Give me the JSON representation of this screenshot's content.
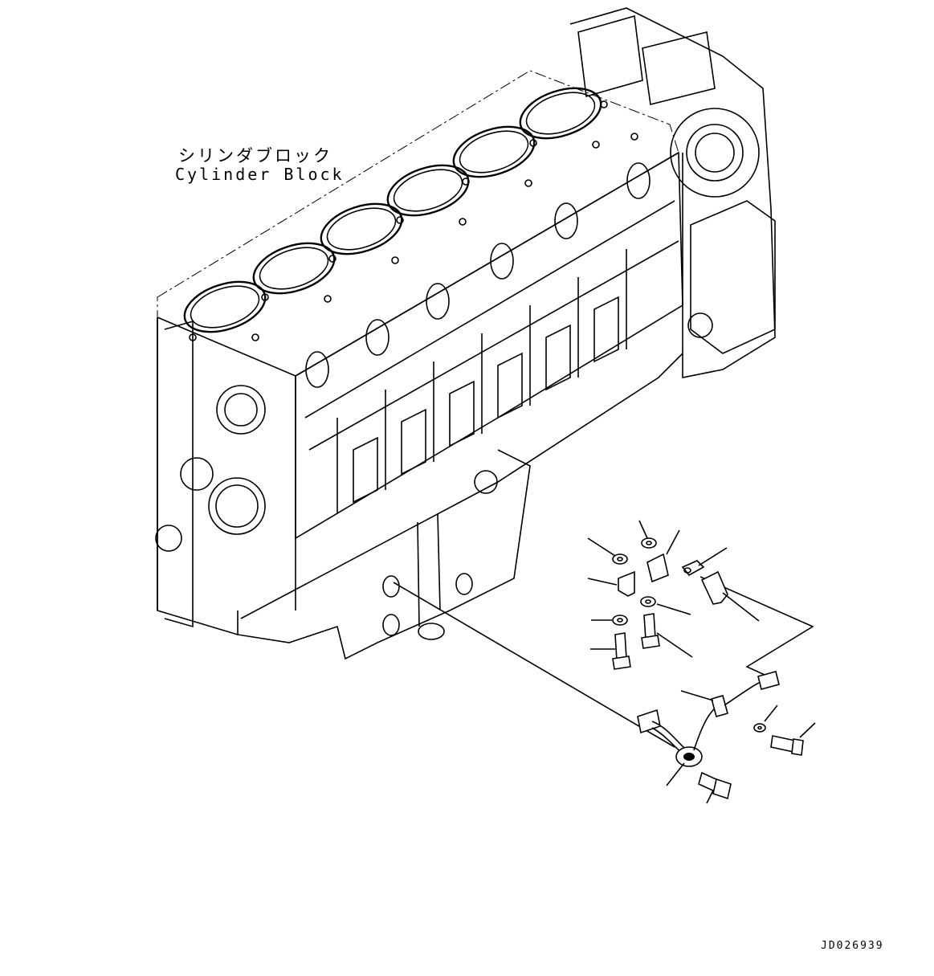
{
  "part_label": {
    "japanese": "シリンダブロック",
    "english": "Cylinder Block"
  },
  "drawing_code": "JD026939",
  "icons": [
    "cylinder-block-drawing",
    "sensor-harness",
    "bolt",
    "washer",
    "bracket",
    "clamp"
  ]
}
